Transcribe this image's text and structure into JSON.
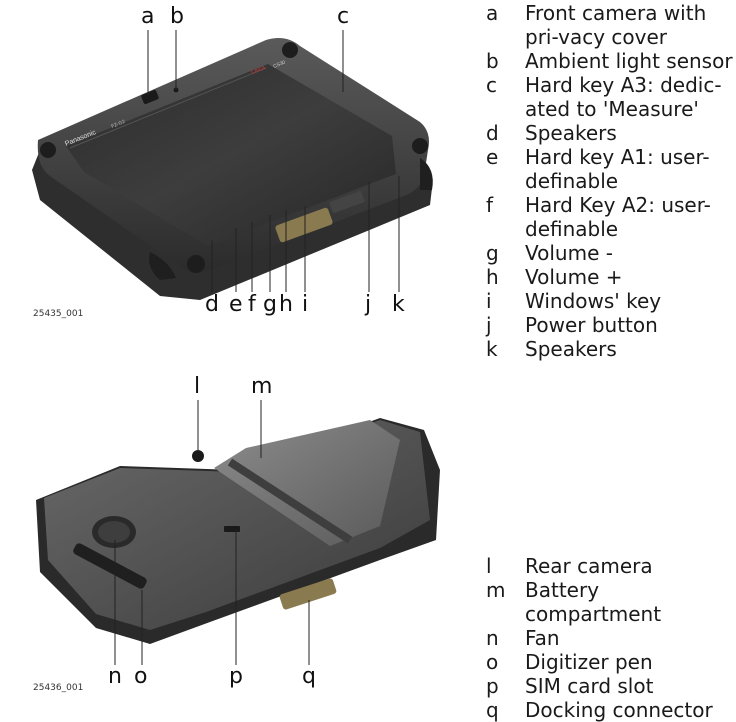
{
  "figures": [
    {
      "id_label": "25435_001",
      "brand_text": "Panasonic",
      "model_text": "FZ-G2",
      "logo_text": "Leica",
      "product_text": "CS30",
      "callouts": [
        "a",
        "b",
        "c",
        "d",
        "e",
        "f",
        "g",
        "h",
        "i",
        "j",
        "k"
      ],
      "legend": [
        {
          "key": "a",
          "text": "Front camera with pri-vacy cover"
        },
        {
          "key": "b",
          "text": "Ambient light sensor"
        },
        {
          "key": "c",
          "text": "Hard key A3: dedic-ated to 'Measure'"
        },
        {
          "key": "d",
          "text": "Speakers"
        },
        {
          "key": "e",
          "text": "Hard key A1: user-definable"
        },
        {
          "key": "f",
          "text": "Hard Key A2: user-definable"
        },
        {
          "key": "g",
          "text": "Volume -"
        },
        {
          "key": "h",
          "text": "Volume +"
        },
        {
          "key": "i",
          "text": "Windows' key"
        },
        {
          "key": "j",
          "text": "Power button"
        },
        {
          "key": "k",
          "text": "Speakers"
        }
      ]
    },
    {
      "id_label": "25436_001",
      "callouts": [
        "l",
        "m",
        "n",
        "o",
        "p",
        "q"
      ],
      "legend": [
        {
          "key": "l",
          "text": "Rear camera"
        },
        {
          "key": "m",
          "text": "Battery compartment"
        },
        {
          "key": "n",
          "text": "Fan"
        },
        {
          "key": "o",
          "text": "Digitizer pen"
        },
        {
          "key": "p",
          "text": "SIM card slot"
        },
        {
          "key": "q",
          "text": "Docking connector"
        }
      ]
    }
  ]
}
